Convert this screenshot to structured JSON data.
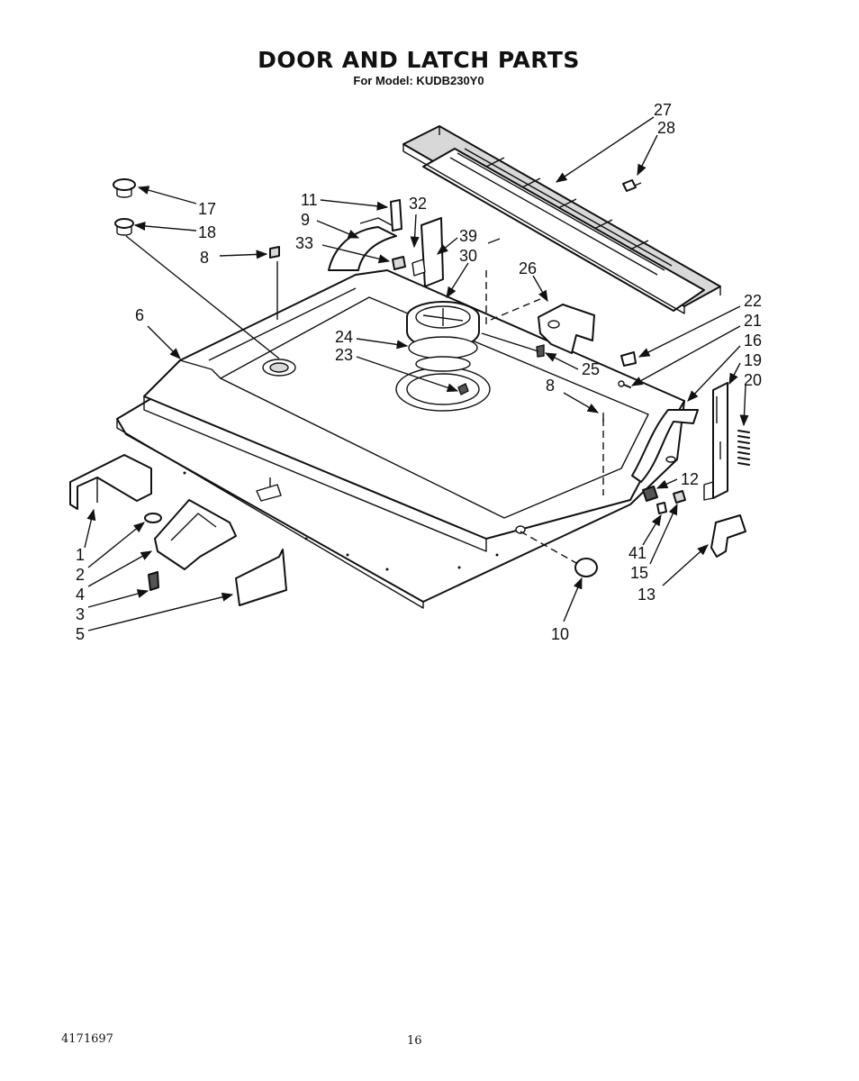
{
  "header": {
    "title": "DOOR AND LATCH PARTS",
    "subtitle": "For Model: KUDB230Y0"
  },
  "footer": {
    "doc_number": "4171697",
    "page_number": "16"
  },
  "callouts": [
    {
      "id": "c27",
      "label": "27"
    },
    {
      "id": "c28",
      "label": "28"
    },
    {
      "id": "c17",
      "label": "17"
    },
    {
      "id": "c18",
      "label": "18"
    },
    {
      "id": "c11",
      "label": "11"
    },
    {
      "id": "c32",
      "label": "32"
    },
    {
      "id": "c9",
      "label": "9"
    },
    {
      "id": "c39",
      "label": "39"
    },
    {
      "id": "c33",
      "label": "33"
    },
    {
      "id": "c30",
      "label": "30"
    },
    {
      "id": "c8a",
      "label": "8"
    },
    {
      "id": "c26",
      "label": "26"
    },
    {
      "id": "c6",
      "label": "6"
    },
    {
      "id": "c22",
      "label": "22"
    },
    {
      "id": "c21",
      "label": "21"
    },
    {
      "id": "c24",
      "label": "24"
    },
    {
      "id": "c16",
      "label": "16"
    },
    {
      "id": "c23",
      "label": "23"
    },
    {
      "id": "c25",
      "label": "25"
    },
    {
      "id": "c19",
      "label": "19"
    },
    {
      "id": "c20",
      "label": "20"
    },
    {
      "id": "c8b",
      "label": "8"
    },
    {
      "id": "c12",
      "label": "12"
    },
    {
      "id": "c1",
      "label": "1"
    },
    {
      "id": "c2",
      "label": "2"
    },
    {
      "id": "c4",
      "label": "4"
    },
    {
      "id": "c3",
      "label": "3"
    },
    {
      "id": "c5",
      "label": "5"
    },
    {
      "id": "c41",
      "label": "41"
    },
    {
      "id": "c15",
      "label": "15"
    },
    {
      "id": "c13",
      "label": "13"
    },
    {
      "id": "c10",
      "label": "10"
    }
  ]
}
